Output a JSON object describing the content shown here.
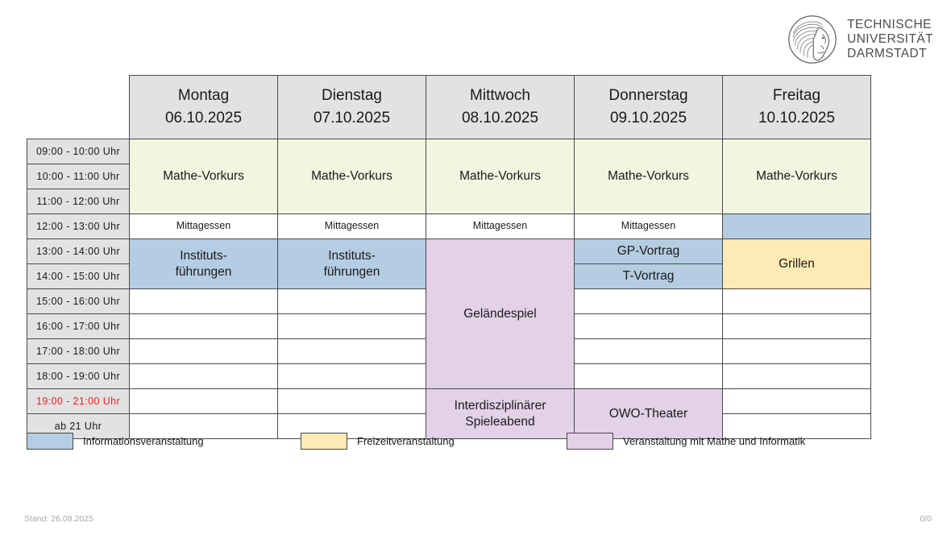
{
  "logo": {
    "name": "tu-darmstadt-logo",
    "line1": "TECHNISCHE",
    "line2": "UNIVERSITÄT",
    "line3": "DARMSTADT"
  },
  "schedule": {
    "days": [
      {
        "name": "Montag",
        "date": "06.10.2025"
      },
      {
        "name": "Dienstag",
        "date": "07.10.2025"
      },
      {
        "name": "Mittwoch",
        "date": "08.10.2025"
      },
      {
        "name": "Donnerstag",
        "date": "09.10.2025"
      },
      {
        "name": "Freitag",
        "date": "10.10.2025"
      }
    ],
    "times": [
      {
        "label": "09:00  -  10:00   Uhr",
        "highlight": false
      },
      {
        "label": "10:00  -  11:00   Uhr",
        "highlight": false
      },
      {
        "label": "11:00  -  12:00   Uhr",
        "highlight": false
      },
      {
        "label": "12:00  -  13:00   Uhr",
        "highlight": false
      },
      {
        "label": "13:00  -  14:00   Uhr",
        "highlight": false
      },
      {
        "label": "14:00  -  15:00   Uhr",
        "highlight": false
      },
      {
        "label": "15:00  -  16:00   Uhr",
        "highlight": false
      },
      {
        "label": "16:00  -  17:00   Uhr",
        "highlight": false
      },
      {
        "label": "17:00  -  18:00   Uhr",
        "highlight": false
      },
      {
        "label": "18:00  -  19:00   Uhr",
        "highlight": false
      },
      {
        "label": "19:00  -  21:00   Uhr",
        "highlight": true
      },
      {
        "label": "ab  21  Uhr",
        "highlight": false
      }
    ],
    "events": {
      "montag": [
        {
          "label": "Mathe-Vorkurs",
          "rows": 3,
          "color": "green",
          "size": "normal"
        },
        {
          "label": "Mittagessen",
          "rows": 1,
          "color": "white",
          "size": "small"
        },
        {
          "label": "Instituts-\nführungen",
          "rows": 2,
          "color": "blue",
          "size": "normal"
        },
        {
          "label": "",
          "rows": 1,
          "color": "white",
          "size": "normal"
        },
        {
          "label": "",
          "rows": 1,
          "color": "white",
          "size": "normal"
        },
        {
          "label": "",
          "rows": 1,
          "color": "white",
          "size": "normal"
        },
        {
          "label": "",
          "rows": 1,
          "color": "white",
          "size": "normal"
        },
        {
          "label": "",
          "rows": 1,
          "color": "white",
          "size": "normal"
        },
        {
          "label": "",
          "rows": 1,
          "color": "white",
          "size": "normal"
        }
      ],
      "dienstag": [
        {
          "label": "Mathe-Vorkurs",
          "rows": 3,
          "color": "green",
          "size": "normal"
        },
        {
          "label": "Mittagessen",
          "rows": 1,
          "color": "white",
          "size": "small"
        },
        {
          "label": "Instituts-\nführungen",
          "rows": 2,
          "color": "blue",
          "size": "normal"
        },
        {
          "label": "",
          "rows": 1,
          "color": "white",
          "size": "normal"
        },
        {
          "label": "",
          "rows": 1,
          "color": "white",
          "size": "normal"
        },
        {
          "label": "",
          "rows": 1,
          "color": "white",
          "size": "normal"
        },
        {
          "label": "",
          "rows": 1,
          "color": "white",
          "size": "normal"
        },
        {
          "label": "",
          "rows": 1,
          "color": "white",
          "size": "normal"
        },
        {
          "label": "",
          "rows": 1,
          "color": "white",
          "size": "normal"
        }
      ],
      "mittwoch": [
        {
          "label": "Mathe-Vorkurs",
          "rows": 3,
          "color": "green",
          "size": "normal"
        },
        {
          "label": "Mittagessen",
          "rows": 1,
          "color": "white",
          "size": "small"
        },
        {
          "label": "Geländespiel",
          "rows": 6,
          "color": "purple",
          "size": "normal"
        },
        {
          "label": "Interdisziplinärer\nSpieleabend",
          "rows": 2,
          "color": "purple",
          "size": "normal"
        }
      ],
      "donnerstag": [
        {
          "label": "Mathe-Vorkurs",
          "rows": 3,
          "color": "green",
          "size": "normal"
        },
        {
          "label": "Mittagessen",
          "rows": 1,
          "color": "white",
          "size": "small"
        },
        {
          "label": "GP-Vortrag",
          "rows": 1,
          "color": "blue",
          "size": "normal"
        },
        {
          "label": "T-Vortrag",
          "rows": 1,
          "color": "blue",
          "size": "normal"
        },
        {
          "label": "",
          "rows": 1,
          "color": "white",
          "size": "normal"
        },
        {
          "label": "",
          "rows": 1,
          "color": "white",
          "size": "normal"
        },
        {
          "label": "",
          "rows": 1,
          "color": "white",
          "size": "normal"
        },
        {
          "label": "",
          "rows": 1,
          "color": "white",
          "size": "normal"
        },
        {
          "label": "OWO-Theater",
          "rows": 2,
          "color": "purple",
          "size": "normal"
        }
      ],
      "freitag": [
        {
          "label": "Mathe-Vorkurs",
          "rows": 3,
          "color": "green",
          "size": "normal"
        },
        {
          "label": "",
          "rows": 1,
          "color": "blue",
          "size": "normal"
        },
        {
          "label": "Grillen",
          "rows": 2,
          "color": "yellow",
          "size": "normal"
        },
        {
          "label": "",
          "rows": 1,
          "color": "white",
          "size": "normal"
        },
        {
          "label": "",
          "rows": 1,
          "color": "white",
          "size": "normal"
        },
        {
          "label": "",
          "rows": 1,
          "color": "white",
          "size": "normal"
        },
        {
          "label": "",
          "rows": 1,
          "color": "white",
          "size": "normal"
        },
        {
          "label": "",
          "rows": 1,
          "color": "white",
          "size": "normal"
        },
        {
          "label": "",
          "rows": 1,
          "color": "white",
          "size": "normal"
        }
      ]
    }
  },
  "legend": [
    {
      "color": "#b4cde2",
      "label": "Informationsveranstaltung"
    },
    {
      "color": "#fdeab4",
      "label": "Freizeitveranstaltung"
    },
    {
      "color": "#e3d1e8",
      "label": "Veranstaltung mit Mathe und Informatik"
    }
  ],
  "footer": {
    "stand": "Stand: 26.08.2025",
    "pages": "0/0"
  }
}
